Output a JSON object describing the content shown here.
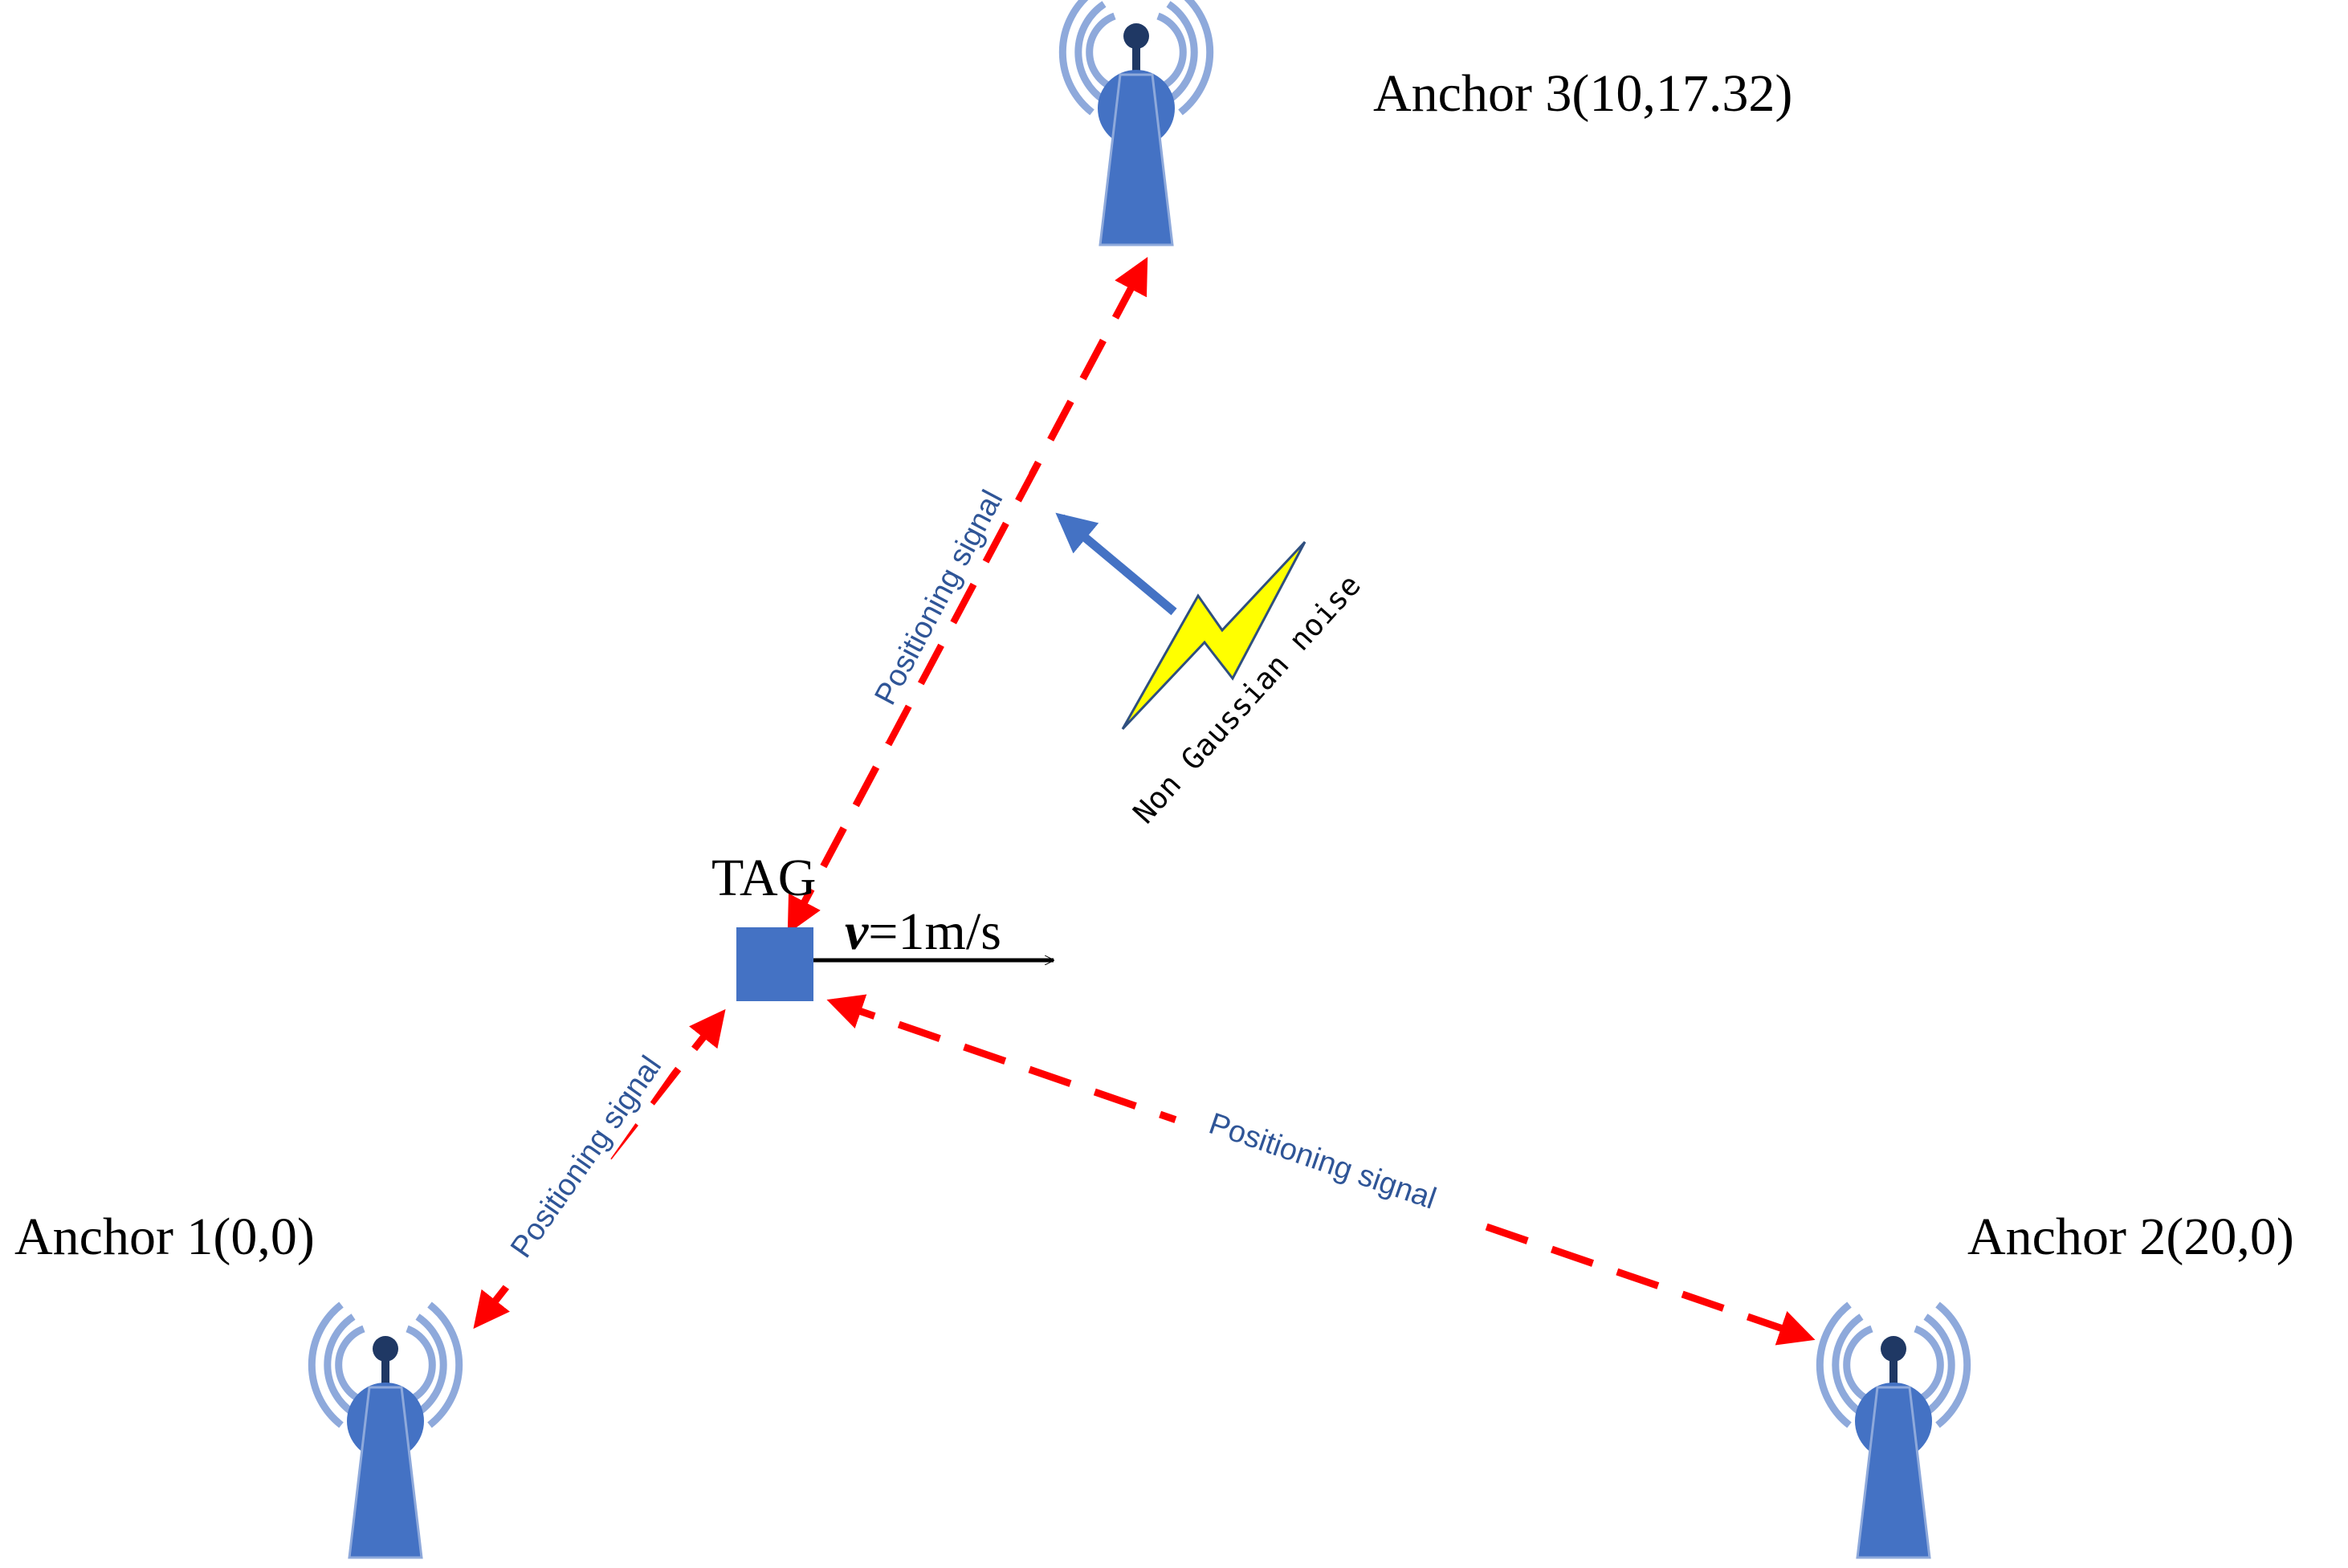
{
  "anchors": [
    {
      "id": "anchor1",
      "label": "Anchor 1(0,0)"
    },
    {
      "id": "anchor2",
      "label": "Anchor 2(20,0)"
    },
    {
      "id": "anchor3",
      "label": "Anchor 3(10,17.32)"
    }
  ],
  "tag": {
    "label": "TAG"
  },
  "velocity": {
    "symbol": "v",
    "rest": "=1m/s"
  },
  "signal_label": "Positioning signal",
  "noise_label": "Non Gaussian noise",
  "colors": {
    "antenna": "#4472C4",
    "wave": "#8EA9DB",
    "signal": "#FF0000",
    "noise_arrow": "#4472C4",
    "lightning": "#FFFF00",
    "lightning_edge": "#2F4F7F",
    "signal_text": "#2F5597",
    "text": "#000000"
  }
}
